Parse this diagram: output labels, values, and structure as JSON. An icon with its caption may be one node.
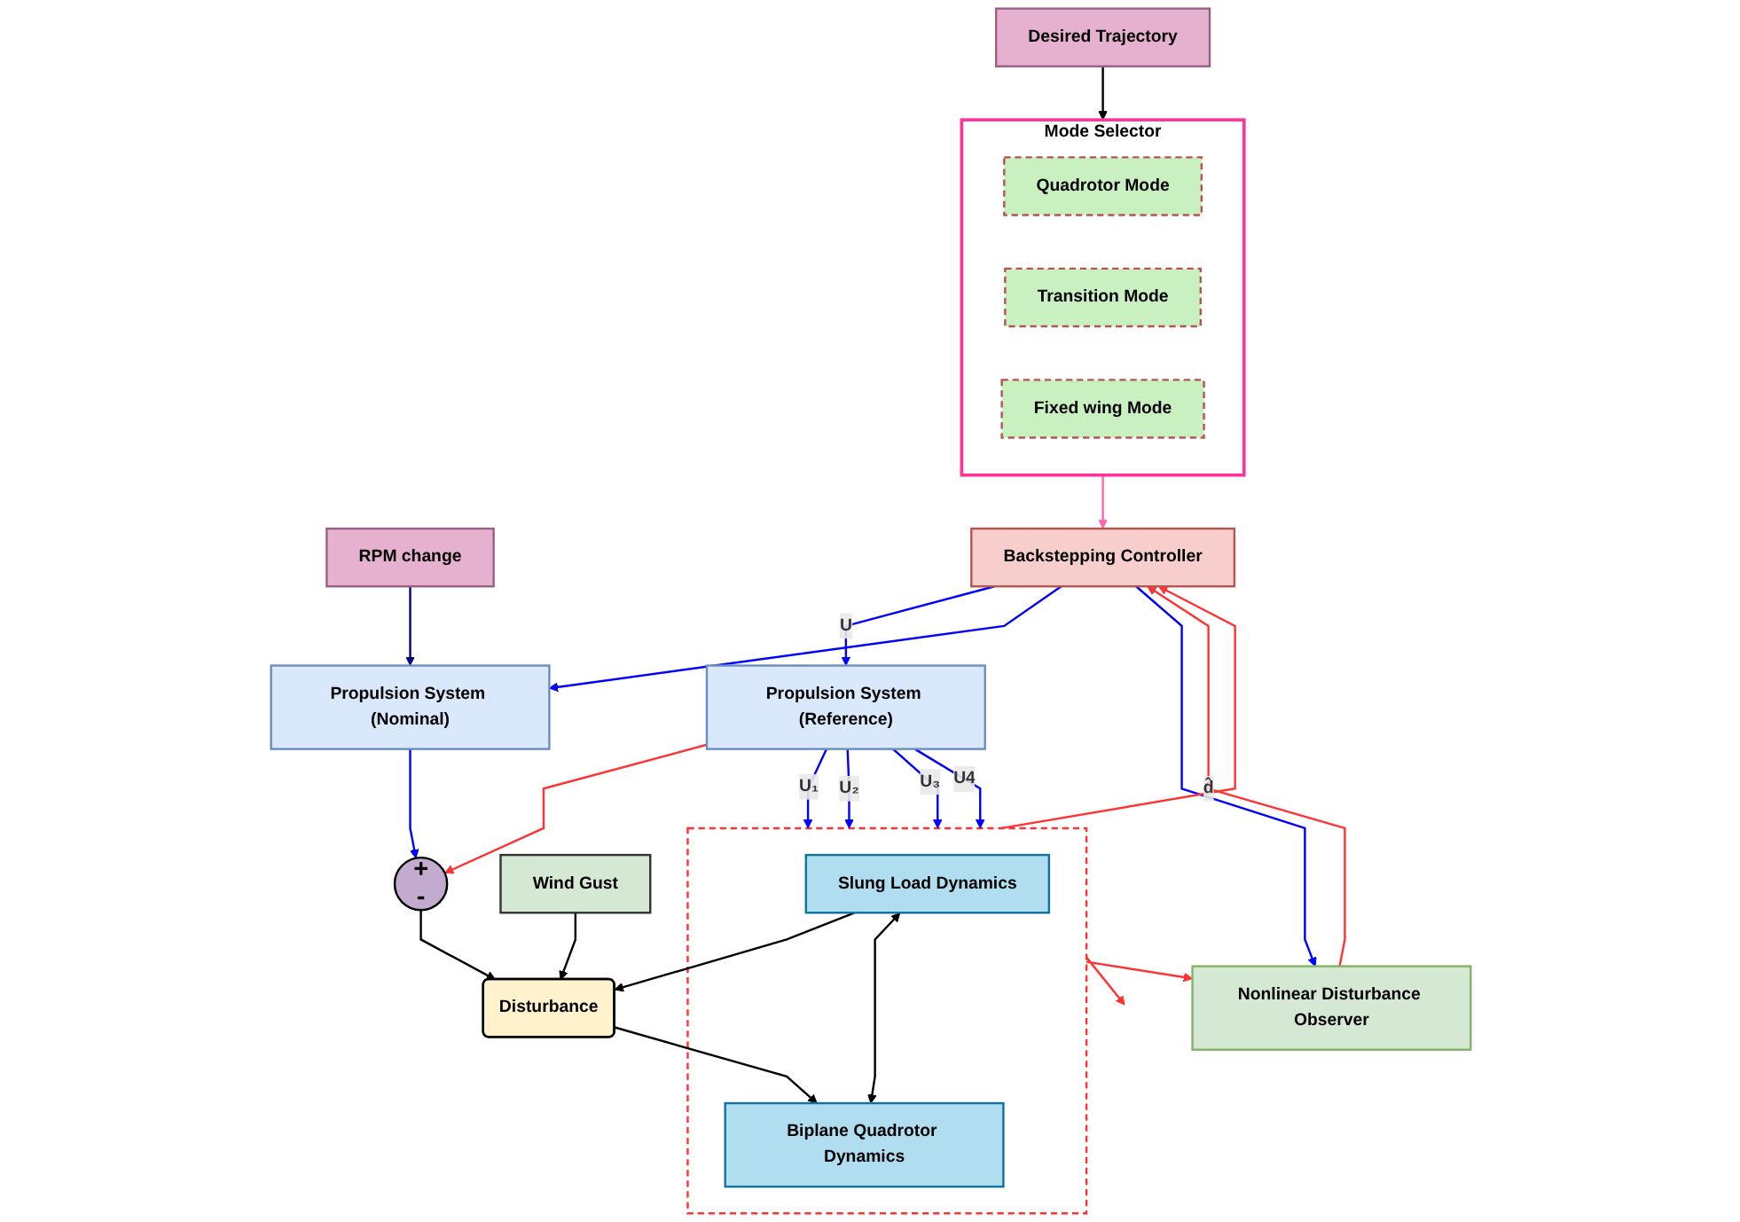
{
  "diagram": {
    "nodes": [
      {
        "text": [
          "Desired Trajectory"
        ]
      },
      {
        "text": [
          "RPM change"
        ]
      },
      {
        "text": [
          "Mode Selector"
        ]
      },
      {
        "text": [
          "Quadrotor Mode"
        ],
        "in": 2
      },
      {
        "text": [
          "Transition Mode"
        ],
        "in": 2
      },
      {
        "text": [
          "Fixed wing Mode"
        ],
        "in": 2
      },
      {
        "text": [
          "Propulsion System (Nominal)"
        ]
      },
      {
        "text": [
          "Wind Gust"
        ]
      },
      {
        "text": [
          "+",
          "-"
        ]
      },
      {
        "text": [
          "Disturbance"
        ]
      },
      {
        "text": [],
        "shape": "box"
      },
      {
        "text": [
          "Slung Load Dynamics"
        ],
        "in": 10
      },
      {
        "text": [
          "Biplane Quadrotor Dynamics"
        ],
        "in": 10
      },
      {
        "text": [
          "Backstepping Controller"
        ]
      },
      {
        "text": [
          "Propulsion System (Reference)"
        ]
      },
      {
        "text": [
          "Nonlinear Disturbance Observer"
        ]
      }
    ],
    "edges": [
      {
        "from": 0,
        "to": 2,
        "arrow": "to",
        "color": "#000000"
      },
      {
        "from": 1,
        "to": 6,
        "arrow": "to",
        "color": "#000080"
      },
      {
        "from": 2,
        "to": 13,
        "arrow": "to",
        "color": "#ff66b3"
      },
      {
        "from": 13,
        "to": 14,
        "arrow": "to",
        "label": "U",
        "color": "#0000ff"
      },
      {
        "from": 13,
        "to": 6,
        "arrow": "to",
        "color": "#0000ff"
      },
      {
        "from": 13,
        "to": 15,
        "arrow": "to",
        "color": "#0000ff"
      },
      {
        "from": 6,
        "to": 8,
        "arrow": "to",
        "color": "#0000ff"
      },
      {
        "from": 14,
        "to": 8,
        "arrow": "to",
        "color": "#ff3333"
      },
      {
        "from": 8,
        "to": 9,
        "arrow": "to",
        "color": "#000000"
      },
      {
        "from": 7,
        "to": 9,
        "arrow": "to",
        "color": "#000000"
      },
      {
        "from": 11,
        "to": 9,
        "arrow": "to",
        "color": "#000000"
      },
      {
        "from": 11,
        "to": 12,
        "arrow": "both",
        "color": "#000000"
      },
      {
        "from": 9,
        "to": 12,
        "arrow": "to",
        "color": "#000000"
      },
      {
        "from": 14,
        "to": 10,
        "arrow": "to",
        "label": "U₁",
        "color": "#0000ff"
      },
      {
        "from": 14,
        "to": 10,
        "arrow": "to",
        "label": "U₂",
        "color": "#0000ff"
      },
      {
        "from": 14,
        "to": 10,
        "arrow": "to",
        "label": "U₃",
        "color": "#0000ff"
      },
      {
        "from": 14,
        "to": 10,
        "arrow": "to",
        "label": "U4",
        "color": "#0000ff"
      },
      {
        "from": 10,
        "to": null,
        "arrow": "to",
        "color": "#ff3333"
      },
      {
        "from": 10,
        "to": 15,
        "arrow": "to",
        "color": "#ff3333"
      },
      {
        "from": 10,
        "to": 13,
        "arrow": "to",
        "color": "#ff3333"
      },
      {
        "from": 15,
        "to": 13,
        "arrow": "to",
        "label": "d̂",
        "color": "#ff3333"
      }
    ]
  }
}
